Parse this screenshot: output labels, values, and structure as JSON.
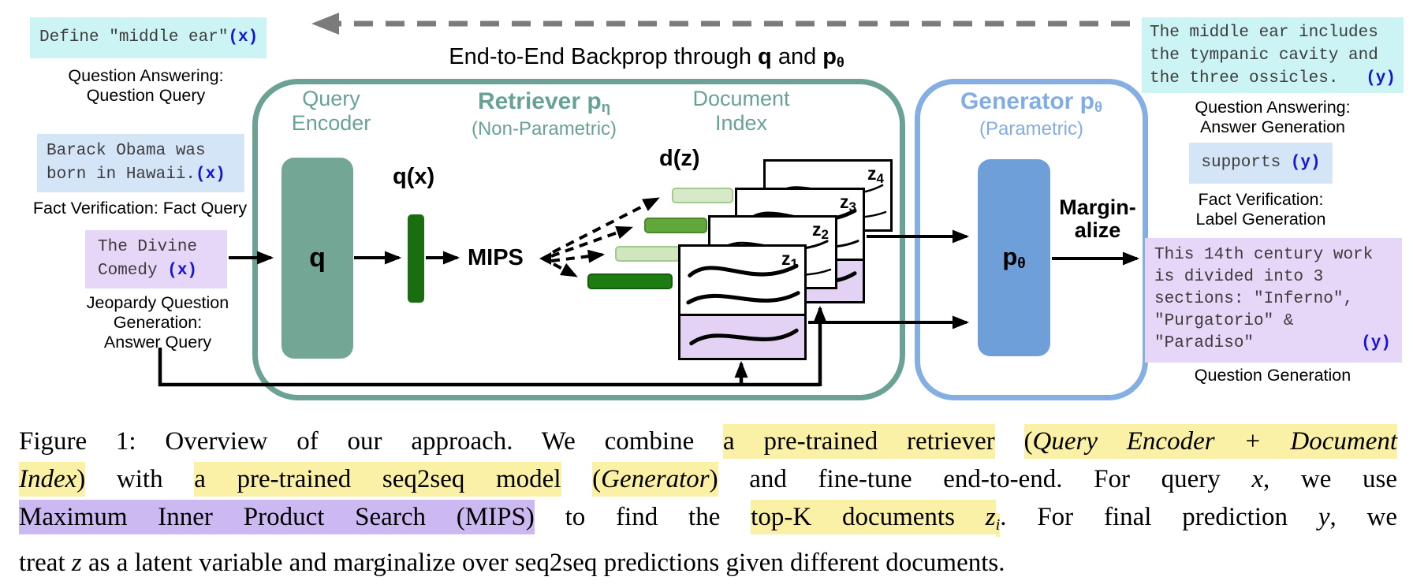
{
  "backprop": {
    "pre": "End-to-End Backprop through ",
    "q": "q",
    "and": " and ",
    "p": "p",
    "theta": "θ"
  },
  "left": {
    "qa": {
      "text": "Define \"middle ear\"",
      "tag": "(x)",
      "label": "Question Answering:\nQuestion Query"
    },
    "fact": {
      "line1": "Barack Obama was",
      "line2": "born in Hawaii.",
      "tag": "(x)",
      "label": "Fact Verification: Fact Query"
    },
    "jeopardy": {
      "line1": "The Divine",
      "line2": "Comedy ",
      "tag": "(x)",
      "label": "Jeopardy Question\nGeneration:\nAnswer Query"
    }
  },
  "retriever": {
    "title": "Retriever p",
    "title_sub": "η",
    "subtitle": "(Non-Parametric)",
    "query_encoder": "Query\nEncoder",
    "q": "q",
    "qx": "q(x)",
    "mips": "MIPS",
    "doc_index": "Document\nIndex",
    "dz": "d(z)"
  },
  "docs": [
    {
      "base": "z",
      "sub": "4"
    },
    {
      "base": "z",
      "sub": "3"
    },
    {
      "base": "z",
      "sub": "2"
    },
    {
      "base": "z",
      "sub": "1"
    }
  ],
  "generator": {
    "title": "Generator p",
    "title_sub": "θ",
    "subtitle": "(Parametric)",
    "p": "p",
    "p_sub": "θ",
    "marginalize": "Margin-\nalize"
  },
  "right": {
    "qa": {
      "line1": "The middle ear includes",
      "line2": "the tympanic cavity and",
      "line3": "the three ossicles.",
      "tag": "(y)",
      "label": "Question Answering:\nAnswer Generation"
    },
    "fact": {
      "text": "supports ",
      "tag": "(y)",
      "label": "Fact Verification:\nLabel Generation"
    },
    "qgen": {
      "line1": "This 14th century work",
      "line2": "is divided into 3",
      "line3": "sections: \"Inferno\",",
      "line4": "\"Purgatorio\" &",
      "line5": "\"Paradiso\"",
      "tag": "(y)",
      "label": "Question Generation"
    }
  },
  "caption": {
    "lines": [
      [
        {
          "s": "p",
          "t": "Figure 1: Overview of our approach. We combine "
        },
        {
          "s": "y",
          "t": "a pre-trained retriever"
        },
        {
          "s": "p",
          "t": " "
        },
        {
          "s": "y",
          "t": "("
        },
        {
          "s": "yi",
          "t": "Query Encoder + Document"
        }
      ],
      [
        {
          "s": "yi",
          "t": "Index"
        },
        {
          "s": "y",
          "t": ")"
        },
        {
          "s": "p",
          "t": " with "
        },
        {
          "s": "y",
          "t": "a pre-trained seq2seq model"
        },
        {
          "s": "p",
          "t": " "
        },
        {
          "s": "y",
          "t": "("
        },
        {
          "s": "yi",
          "t": "Generator"
        },
        {
          "s": "y",
          "t": ")"
        },
        {
          "s": "p",
          "t": " and fine-tune end-to-end. For query "
        },
        {
          "s": "pi",
          "t": "x"
        },
        {
          "s": "p",
          "t": ", we use"
        }
      ],
      [
        {
          "s": "v",
          "t": "Maximum Inner Product Search (MIPS)"
        },
        {
          "s": "p",
          "t": " to find the "
        },
        {
          "s": "y",
          "t": "top-K documents "
        },
        {
          "s": "yi",
          "t": "z"
        },
        {
          "s": "yis",
          "t": "i"
        },
        {
          "s": "p",
          "t": ". For final prediction "
        },
        {
          "s": "pi",
          "t": "y"
        },
        {
          "s": "p",
          "t": ", we"
        }
      ],
      [
        {
          "s": "p",
          "t": "treat "
        },
        {
          "s": "pi",
          "t": "z"
        },
        {
          "s": "p",
          "t": " as a latent variable and marginalize over seq2seq predictions given different documents."
        }
      ]
    ]
  },
  "colors": {
    "teal": "#6ba295",
    "generator_blue": "#85aee3",
    "tag_blue": "#1515d6",
    "cyan_box": "#cdf4f5",
    "blue_box": "#d3e5f7",
    "purple_box": "#e6d6f7",
    "doc_purple": "#e3d2f4",
    "yellow_highlight": "#faf0a6",
    "purple_highlight": "#cdb9f1",
    "dark_green_bar": "#1a6e10",
    "medium_green_bar": "#61a73c",
    "light_green_bar": "#d7e9c8",
    "gray_dashed": "#7b7b7b"
  }
}
